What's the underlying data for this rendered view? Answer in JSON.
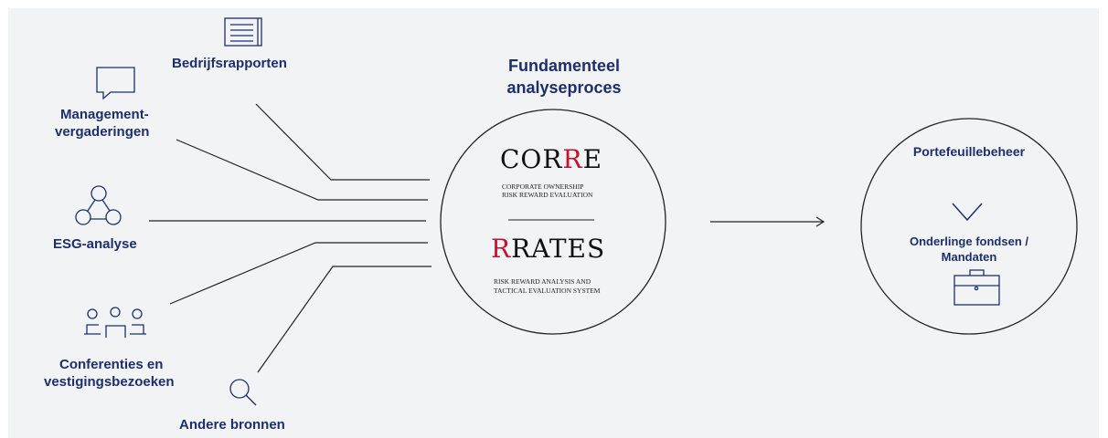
{
  "sources": {
    "bedrijfsrapporten": "Bedrijfsrapporten",
    "management_line1": "Management-",
    "management_line2": "vergaderingen",
    "esg": "ESG-analyse",
    "conferenties_line1": "Conferenties en",
    "conferenties_line2": "vestigingsbezoeken",
    "andere": "Andere bronnen"
  },
  "process": {
    "title_line1": "Fundamenteel",
    "title_line2": "analyseproces",
    "corre_prefix": "COR",
    "corre_red": "R",
    "corre_suffix": "E",
    "corre_desc_line1": "CORPORATE OWNERSHIP",
    "corre_desc_line2": "RISK REWARD EVALUATION",
    "rrates_red": "R",
    "rrates_suffix": "RATES",
    "rrates_desc_line1": "RISK REWARD ANALYSIS AND",
    "rrates_desc_line2": "TACTICAL EVALUATION SYSTEM"
  },
  "portfolio": {
    "title": "Portefeuillebeheer",
    "sub_line1": "Onderlinge fondsen /",
    "sub_line2": "Mandaten"
  },
  "icons": [
    "document-icon",
    "speech-bubble-icon",
    "network-icon",
    "people-icon",
    "magnifier-icon",
    "chevron-down-icon",
    "briefcase-icon"
  ],
  "colors": {
    "navy": "#1d2f6b",
    "red": "#c8102e",
    "background": "#f2f3f5"
  }
}
